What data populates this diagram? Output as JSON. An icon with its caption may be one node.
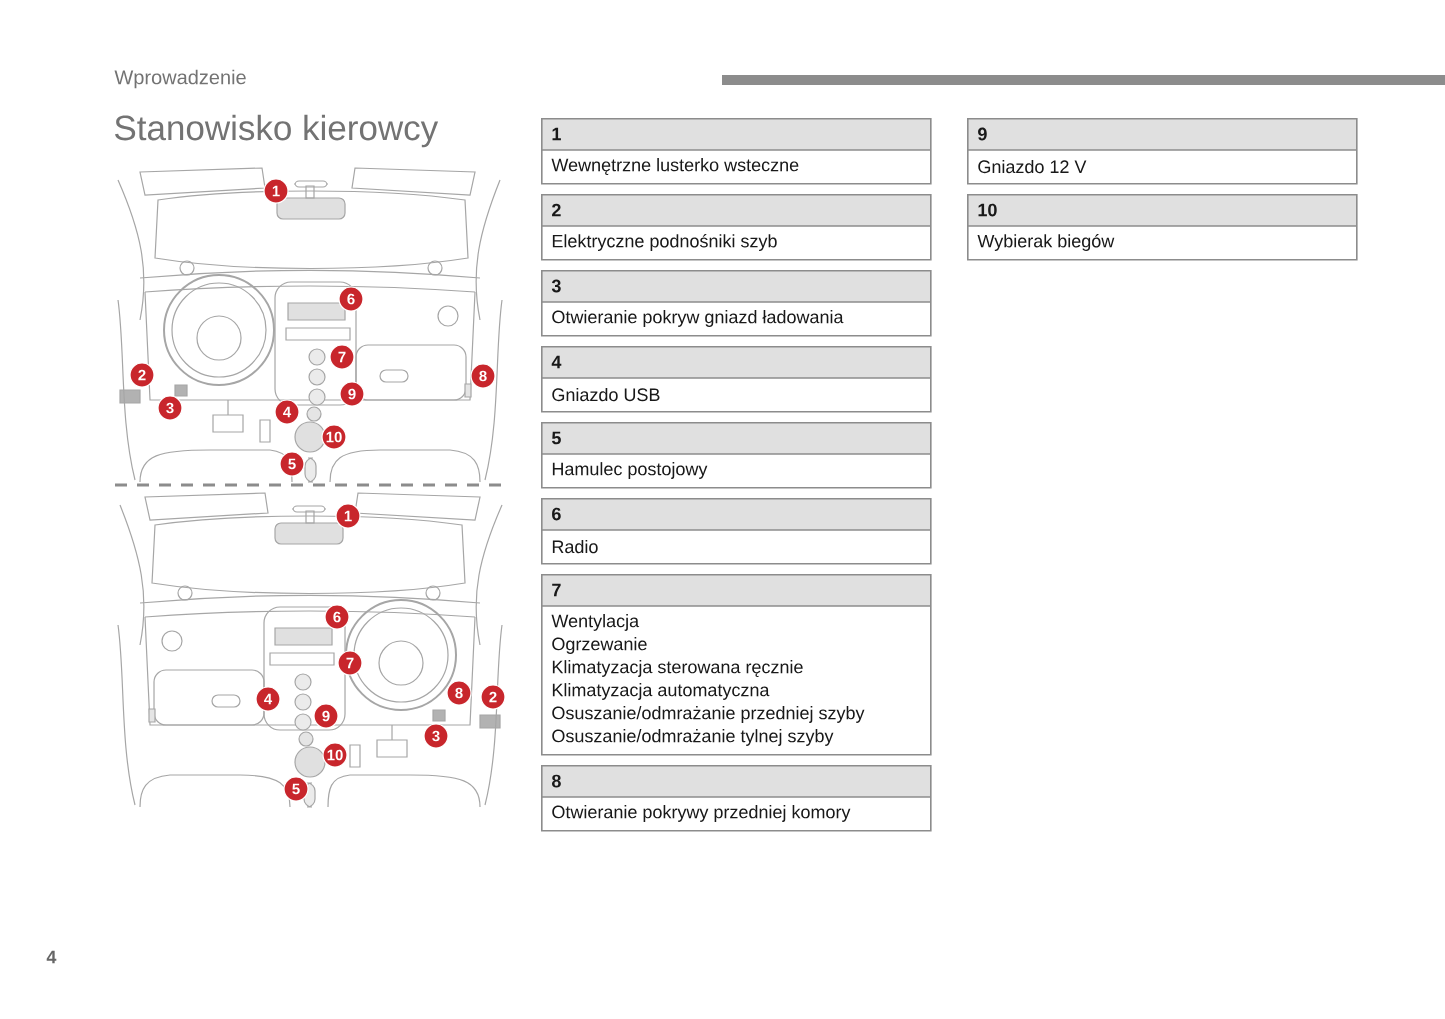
{
  "diagram": {
    "title": "Stanowisko kierowcy",
    "nodes": [
      {
        "text": [
          "1",
          "Wewnętrzne lusterko wsteczne"
        ]
      },
      {
        "text": [
          "2",
          "Elektryczne podnośniki szyb"
        ]
      },
      {
        "text": [
          "3",
          "Otwieranie pokryw gniazd ładowania"
        ]
      },
      {
        "text": [
          "4",
          "Gniazdo USB"
        ]
      },
      {
        "text": [
          "5",
          "Hamulec postojowy"
        ]
      },
      {
        "text": [
          "6",
          "Radio"
        ]
      },
      {
        "text": [
          "7",
          "Wentylacja",
          "Ogrzewanie",
          "Klimatyzacja sterowana ręcznie",
          "Klimatyzacja automatyczna",
          "Osuszanie/odmrażanie przedniej szyby",
          "Osuszanie/odmrażanie tylnej szyby"
        ]
      },
      {
        "text": [
          "8",
          "Otwieranie pokrywy przedniej komory"
        ]
      },
      {
        "text": [
          "9",
          "Gniazdo 12 V"
        ]
      },
      {
        "text": [
          "10",
          "Wybierak biegów"
        ]
      }
    ],
    "labels": [
      "Wprowadzenie",
      "1",
      "6",
      "7",
      "2",
      "8",
      "9",
      "3",
      "4",
      "10",
      "5",
      "1",
      "6",
      "7",
      "4",
      "8",
      "2",
      "9",
      "3",
      "10",
      "5",
      "4"
    ]
  }
}
